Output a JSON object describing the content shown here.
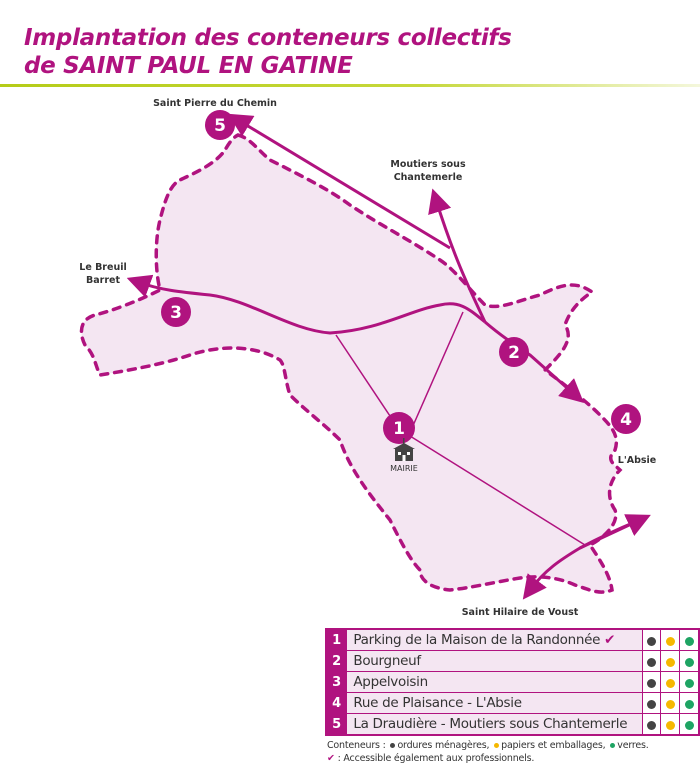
{
  "title": {
    "line1": "Implantation des conteneurs collectifs",
    "line2": "de SAINT PAUL EN GATINE"
  },
  "colors": {
    "brand": "#b0137f",
    "area": "#f4e6f2",
    "accent_line": "#b5cc18",
    "ordures": "#444444",
    "papiers": "#f5b800",
    "verres": "#1ea463"
  },
  "map": {
    "places": {
      "saint_pierre": "Saint Pierre du Chemin",
      "moutiers_1": "Moutiers sous",
      "moutiers_2": "Chantemerle",
      "breuil_1": "Le Breuil",
      "breuil_2": "Barret",
      "absie": "L'Absie",
      "saint_hilaire": "Saint Hilaire de Voust"
    },
    "markers": [
      "1",
      "2",
      "3",
      "4",
      "5"
    ],
    "mairie_label": "MAIRIE",
    "mairie_icon": "town-hall-icon"
  },
  "legend": {
    "rows": [
      {
        "num": "1",
        "name": "Parking de la Maison de la Randonnée",
        "pro": "✔"
      },
      {
        "num": "2",
        "name": "Bourgneuf",
        "pro": ""
      },
      {
        "num": "3",
        "name": "Appelvoisin",
        "pro": ""
      },
      {
        "num": "4",
        "name": "Rue de Plaisance - L'Absie",
        "pro": ""
      },
      {
        "num": "5",
        "name": "La Draudière - Moutiers sous Chantemerle",
        "pro": ""
      }
    ],
    "footnote": {
      "prefix": "Conteneurs :",
      "ordures": "ordures ménagères,",
      "papiers": "papiers et emballages,",
      "verres": "verres.",
      "check_symbol": "✔",
      "check_text": ": Accessible également aux professionnels."
    }
  }
}
